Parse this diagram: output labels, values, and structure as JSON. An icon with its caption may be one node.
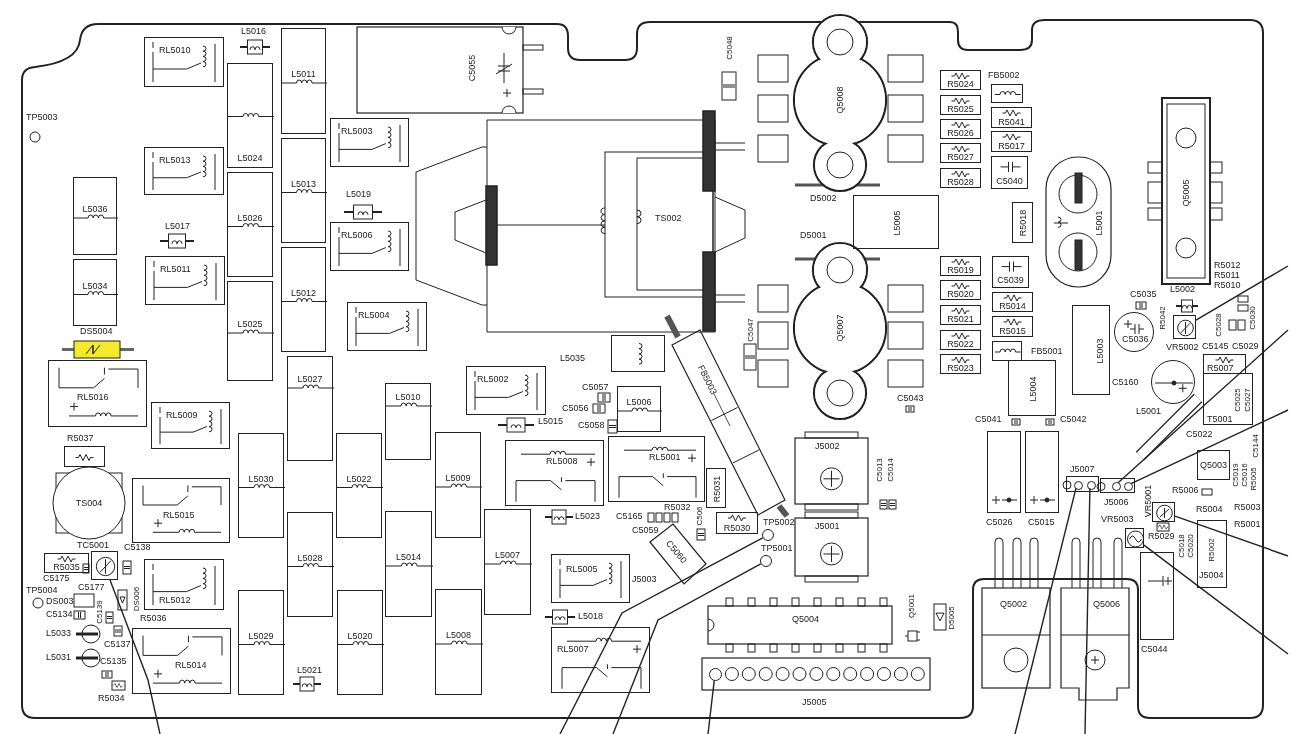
{
  "diagram": {
    "nodes": [
      {
        "text": [
          "RL5010"
        ]
      },
      {
        "text": [
          "RL5013"
        ]
      },
      {
        "text": [
          "RL5011"
        ]
      },
      {
        "text": [
          "L5036"
        ]
      },
      {
        "text": [
          "L5034"
        ]
      },
      {
        "text": [
          "RL5016"
        ]
      },
      {
        "text": [
          "RL5009"
        ]
      },
      {
        "text": [
          "R5037"
        ]
      },
      {
        "text": [
          "TS004"
        ]
      },
      {
        "text": [
          "TC5001"
        ]
      },
      {
        "text": [
          "R5035"
        ]
      },
      {
        "text": [
          "RL5015"
        ]
      },
      {
        "text": [
          "RL5012"
        ]
      },
      {
        "text": [
          "RL5014"
        ]
      },
      {
        "text": [
          "L5024"
        ]
      },
      {
        "text": [
          "L5026"
        ]
      },
      {
        "text": [
          "L5025"
        ]
      },
      {
        "text": [
          "L5011"
        ]
      },
      {
        "text": [
          "L5013"
        ]
      },
      {
        "text": [
          "L5012"
        ]
      },
      {
        "text": [
          "L5027"
        ]
      },
      {
        "text": [
          "L5030"
        ]
      },
      {
        "text": [
          "L5028"
        ]
      },
      {
        "text": [
          "L5029"
        ]
      },
      {
        "text": [
          "C5055"
        ]
      },
      {
        "text": [
          "RL5003"
        ]
      },
      {
        "text": [
          "RL5006"
        ]
      },
      {
        "text": [
          "RL5004"
        ]
      },
      {
        "text": [
          "TS002"
        ]
      },
      {
        "text": [
          "L5035"
        ]
      },
      {
        "text": [
          "FB5003"
        ]
      },
      {
        "text": [
          "RL5002"
        ]
      },
      {
        "text": [
          "L5010"
        ]
      },
      {
        "text": [
          "L5022"
        ]
      },
      {
        "text": [
          "L5009"
        ]
      },
      {
        "text": [
          "L5014"
        ]
      },
      {
        "text": [
          "L5007"
        ]
      },
      {
        "text": [
          "L5020"
        ]
      },
      {
        "text": [
          "L5008"
        ]
      },
      {
        "text": [
          "L5006"
        ]
      },
      {
        "text": [
          "RL5008"
        ]
      },
      {
        "text": [
          "RL5001"
        ]
      },
      {
        "text": [
          "R5031"
        ]
      },
      {
        "text": [
          "C5060"
        ]
      },
      {
        "text": [
          "R5030"
        ]
      },
      {
        "text": [
          "TP5002"
        ]
      },
      {
        "text": [
          "TP5001"
        ]
      },
      {
        "text": [
          "RL5005"
        ]
      },
      {
        "text": [
          "RL5007"
        ]
      },
      {
        "text": [
          "J5002"
        ]
      },
      {
        "text": [
          "J5001"
        ]
      },
      {
        "text": [
          "Q5004"
        ]
      },
      {
        "text": [
          "J5005"
        ]
      },
      {
        "text": [],
        "shape": "circle",
        "in": 52
      },
      {
        "text": [
          "Q5008"
        ]
      },
      {
        "text": [
          "Q5007"
        ]
      },
      {
        "text": [
          "L5005"
        ]
      },
      {
        "text": [
          "R5024"
        ]
      },
      {
        "text": [
          "R5025"
        ]
      },
      {
        "text": [
          "R5026"
        ]
      },
      {
        "text": [
          "R5027"
        ]
      },
      {
        "text": [
          "R5028"
        ]
      },
      {
        "text": [
          "FB5002"
        ]
      },
      {
        "text": [
          "R5041"
        ]
      },
      {
        "text": [
          "R5017"
        ]
      },
      {
        "text": [
          "C5040"
        ]
      },
      {
        "text": [
          "R5018"
        ]
      },
      {
        "text": [
          "R5019"
        ]
      },
      {
        "text": [
          "R5020"
        ]
      },
      {
        "text": [
          "R5021"
        ]
      },
      {
        "text": [
          "R5022"
        ]
      },
      {
        "text": [
          "R5023"
        ]
      },
      {
        "text": [
          "C5039"
        ]
      },
      {
        "text": [
          "R5014"
        ]
      },
      {
        "text": [
          "R5015"
        ]
      },
      {
        "text": [
          "FB5001"
        ]
      },
      {
        "text": [
          "L5001"
        ]
      },
      {
        "text": [
          "Q5005"
        ]
      },
      {
        "text": [
          "L5003"
        ]
      },
      {
        "text": [
          "L5004"
        ]
      },
      {
        "text": [
          "C5036"
        ]
      },
      {
        "text": [
          "VR5002"
        ]
      },
      {
        "text": [
          "C5160"
        ]
      },
      {
        "text": [
          "T5001"
        ]
      },
      {
        "text": [
          "C5026"
        ]
      },
      {
        "text": [
          "C5015"
        ]
      },
      {
        "text": [
          "J5007"
        ]
      },
      {
        "text": [],
        "shape": "circle",
        "in": 86
      },
      {
        "text": [],
        "shape": "circle",
        "in": 86
      },
      {
        "text": [
          "J5006"
        ]
      },
      {
        "text": [],
        "shape": "circle",
        "in": 89
      },
      {
        "text": [],
        "shape": "circle",
        "in": 89
      },
      {
        "text": [
          "Q5003"
        ]
      },
      {
        "text": [
          "VR5001"
        ]
      },
      {
        "text": [
          "VR5003"
        ]
      },
      {
        "text": [
          "C5044"
        ]
      },
      {
        "text": [
          "J5004"
        ]
      },
      {
        "text": [
          "Q5002"
        ]
      },
      {
        "text": [
          "Q5006"
        ]
      },
      {
        "text": [
          "DS5004"
        ]
      },
      {
        "text": [
          "R5007"
        ]
      }
    ],
    "edges": [
      {
        "from": null,
        "to": 9,
        "arrow": "none"
      },
      {
        "from": null,
        "to": 45,
        "arrow": "none"
      },
      {
        "from": null,
        "to": 46,
        "arrow": "none"
      },
      {
        "from": null,
        "to": 53,
        "arrow": "none"
      },
      {
        "from": null,
        "to": 87,
        "arrow": "none"
      },
      {
        "from": null,
        "to": 88,
        "arrow": "none"
      },
      {
        "from": null,
        "to": 90,
        "arrow": "none"
      },
      {
        "from": null,
        "to": 91,
        "arrow": "none"
      },
      {
        "from": null,
        "to": 93,
        "arrow": "none"
      },
      {
        "from": null,
        "to": 94,
        "arrow": "none"
      },
      {
        "from": null,
        "to": 81,
        "arrow": "none"
      }
    ],
    "labels": [
      "TP5003",
      "L5016",
      "L5017",
      "L5019",
      "C5048",
      "C5047",
      "C5057",
      "C5056",
      "L5015",
      "C5058",
      "D5002",
      "D5001",
      "C5043",
      "C5035",
      "L5002",
      "R5012",
      "R5011",
      "R5010",
      "R5042",
      "C5028",
      "C5030",
      "C5145",
      "C5029",
      "C5025",
      "C5027",
      "L5001",
      "C5041",
      "C5042",
      "C5022",
      "C5144",
      "C5019",
      "C5016",
      "R5005",
      "R5006",
      "R5004",
      "R5003",
      "R5001",
      "R5029",
      "C5018",
      "C5020",
      "R5002",
      "L5021",
      "C5138",
      "C5175",
      "C5177",
      "TP5004",
      "DS003",
      "C5134",
      "C5139",
      "DS006",
      "R5036",
      "L5033",
      "C5137",
      "L5031",
      "C5135",
      "R5034",
      "R5032",
      "L5023",
      "C5165",
      "C5059",
      "C506",
      "J5003",
      "L5018",
      "C5013",
      "C5014",
      "Q5001",
      "D5005"
    ]
  }
}
